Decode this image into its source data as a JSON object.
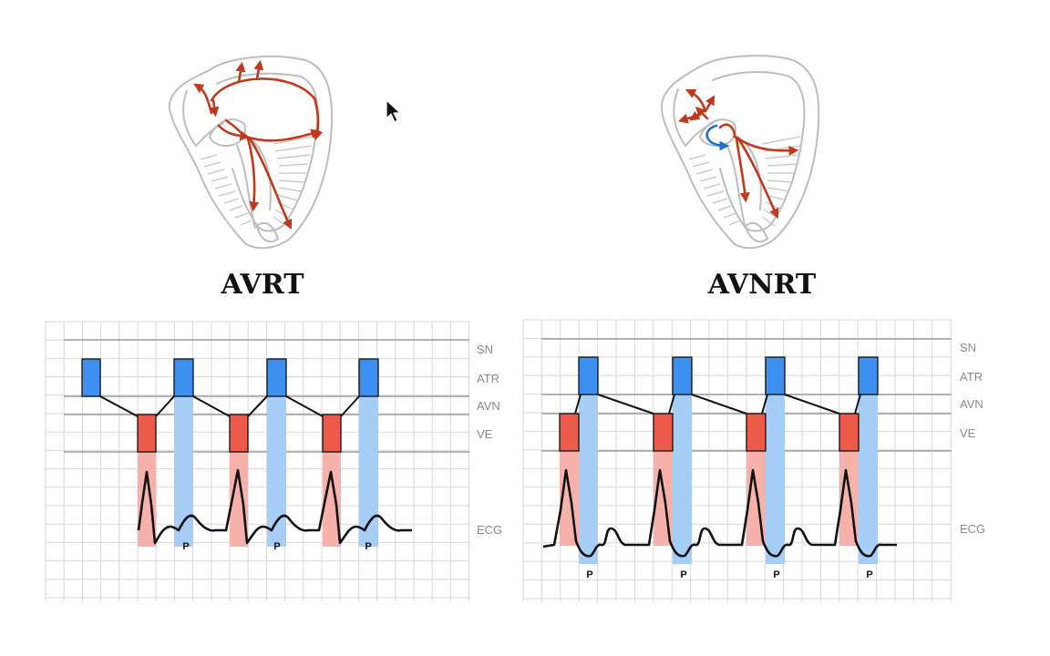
{
  "colors": {
    "atrial_box": "#3d8ff0",
    "atrial_band": "#a6cdf6",
    "ventricular_box": "#ee5a4a",
    "ventricular_band": "#f6b1aa",
    "conduction_path": "#c0391b",
    "reentry_path": "#1f6fd1",
    "grid": "#d9d9d9",
    "row_line": "#9e9e9e"
  },
  "cursor_icon": "arrow-pointer-icon",
  "panels": [
    {
      "id": "avrt",
      "title": "AVRT",
      "heart_icon": "heart-conduction-avrt-icon",
      "row_labels": [
        "SN",
        "ATR",
        "AVN",
        "VE",
        "ECG"
      ],
      "p_wave_label": "P",
      "p_wave_count": 3
    },
    {
      "id": "avnrt",
      "title": "AVNRT",
      "heart_icon": "heart-conduction-avnrt-icon",
      "row_labels": [
        "SN",
        "ATR",
        "AVN",
        "VE",
        "ECG"
      ],
      "p_wave_label": "P",
      "p_wave_count": 4
    }
  ]
}
